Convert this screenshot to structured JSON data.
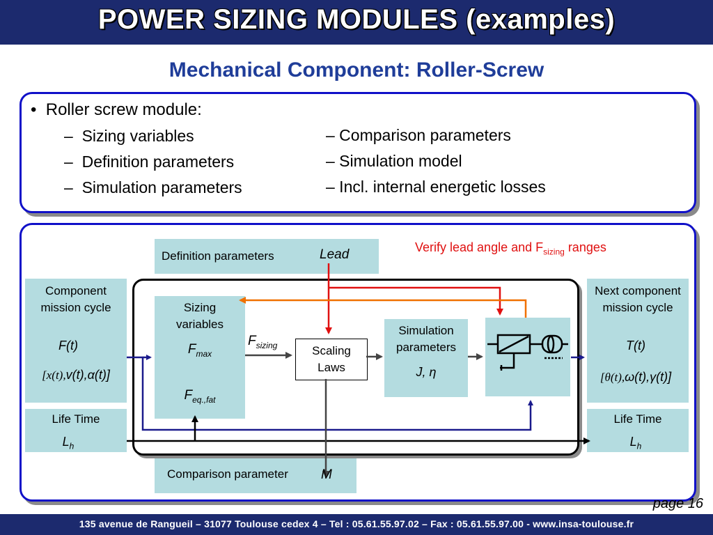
{
  "header": {
    "title": "POWER SIZING MODULES (examples)"
  },
  "subtitle": "Mechanical Component: Roller-Screw",
  "summary": {
    "bullet": "Roller screw module:",
    "left_items": [
      "Sizing variables",
      "Definition parameters",
      "Simulation parameters"
    ],
    "right_items": [
      "– Comparison parameters",
      "– Simulation model",
      "– Incl. internal energetic losses"
    ]
  },
  "diagram": {
    "definition_label": "Definition parameters",
    "lead": "Lead",
    "verify_prefix": "Verify lead angle and F",
    "verify_sub": "sizing",
    "verify_suffix": " ranges",
    "component_cycle": [
      "Component",
      "mission cycle"
    ],
    "F_t": "F(t)",
    "x_t": "[x(t),",
    "v_alpha": "v(t),α(t)]",
    "life_left": "Life Time",
    "L": "L",
    "h": "h",
    "sizing_vars": [
      "Sizing",
      "variables"
    ],
    "F": "F",
    "max": "max",
    "eqfat": "eq.,fat",
    "fsizing_sub": "sizing",
    "scaling": [
      "Scaling",
      "Laws"
    ],
    "sim_params": [
      "Simulation",
      "parameters"
    ],
    "j_eta": "J, η",
    "next_cycle": [
      "Next component",
      "mission cycle"
    ],
    "T_t": "T(t)",
    "theta": "[θ(t),",
    "omega_gamma": "ω(t),γ(t)]",
    "life_right": "Life Time",
    "comparison_label": "Comparison parameter",
    "M": "M",
    "colors": {
      "box": "#b4dce0",
      "blue": "#1a1a8c",
      "red": "#e01010",
      "orange": "#f07000",
      "panel_border": "#1010c8"
    }
  },
  "page": "page 16",
  "footer": "135 avenue de Rangueil – 31077 Toulouse cedex 4 – Tel : 05.61.55.97.02 – Fax : 05.61.55.97.00 - www.insa-toulouse.fr"
}
